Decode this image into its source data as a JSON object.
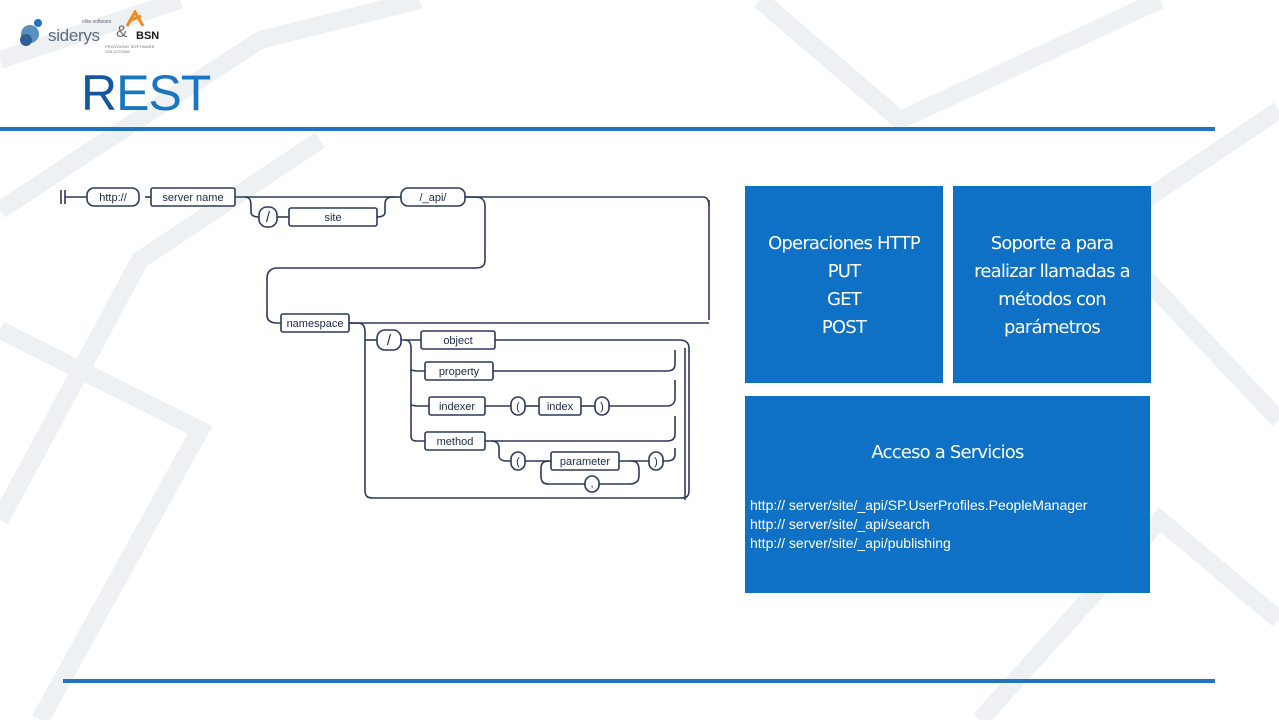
{
  "header": {
    "logo_primary": "siderys",
    "logo_tagline": "elite software",
    "logo_ampersand": "&",
    "logo_secondary": "BSN",
    "logo_secondary_tagline": "PROVIDING SOFTWARE SOLUTIONS",
    "title_first": "R",
    "title_rest": "EST"
  },
  "colors": {
    "accent": "#1f73c2",
    "tile": "#0f71c5",
    "title": "#1a75c2"
  },
  "diagram": {
    "http": "http://",
    "server_name": "server name",
    "slash1": "/",
    "site": "site",
    "api": "/_api/",
    "namespace": "namespace",
    "slash2": "/",
    "object": "object",
    "property": "property",
    "indexer": "indexer",
    "open_paren1": "(",
    "index": "index",
    "close_paren1": ")",
    "method": "method",
    "open_paren2": "(",
    "parameter": "parameter",
    "close_paren2": ")",
    "comma": ","
  },
  "tiles": {
    "operations": {
      "lines": [
        "Operaciones HTTP",
        "PUT",
        "GET",
        "POST"
      ]
    },
    "support": {
      "lines": [
        "Soporte a para",
        "realizar llamadas a",
        "métodos con",
        "parámetros"
      ]
    },
    "services": {
      "heading": "Acceso a Servicios",
      "urls": [
        "http:// server/site/_api/SP.UserProfiles.PeopleManager",
        "http:// server/site/_api/search",
        "http:// server/site/_api/publishing"
      ]
    }
  }
}
